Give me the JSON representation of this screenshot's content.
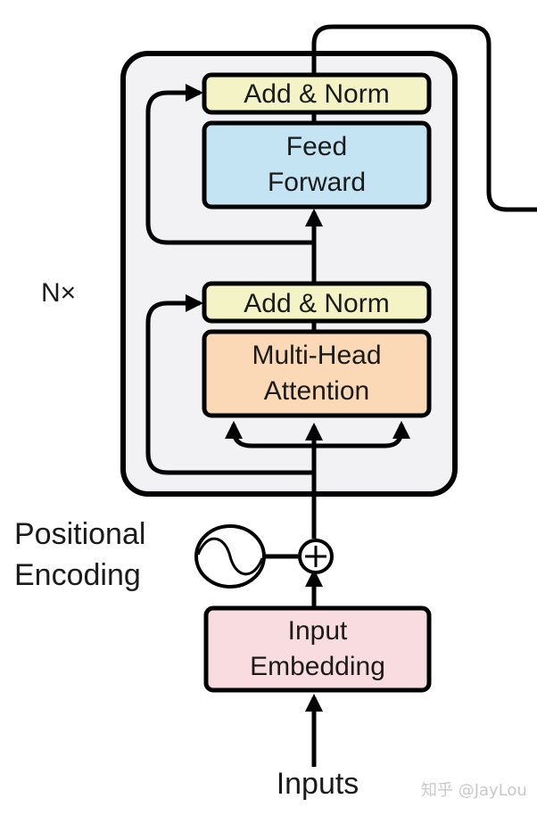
{
  "diagram": {
    "title": "Transformer Encoder",
    "repeat_label": "N×",
    "blocks": {
      "add_norm_top": "Add & Norm",
      "feed_forward": [
        "Feed",
        "Forward"
      ],
      "add_norm_bottom": "Add & Norm",
      "multi_head_attention": [
        "Multi-Head",
        "Attention"
      ],
      "input_embedding": [
        "Input",
        "Embedding"
      ]
    },
    "positional_encoding": [
      "Positional",
      "Encoding"
    ],
    "inputs_label": "Inputs",
    "watermark": "知乎 @JayLou",
    "colors": {
      "add_norm": "#f3f3c6",
      "feed_forward": "#c4e4f4",
      "attention": "#fbd8b6",
      "embedding": "#f8dcdf",
      "encoder_bg": "#f2f2f4",
      "stroke": "#000000"
    }
  }
}
